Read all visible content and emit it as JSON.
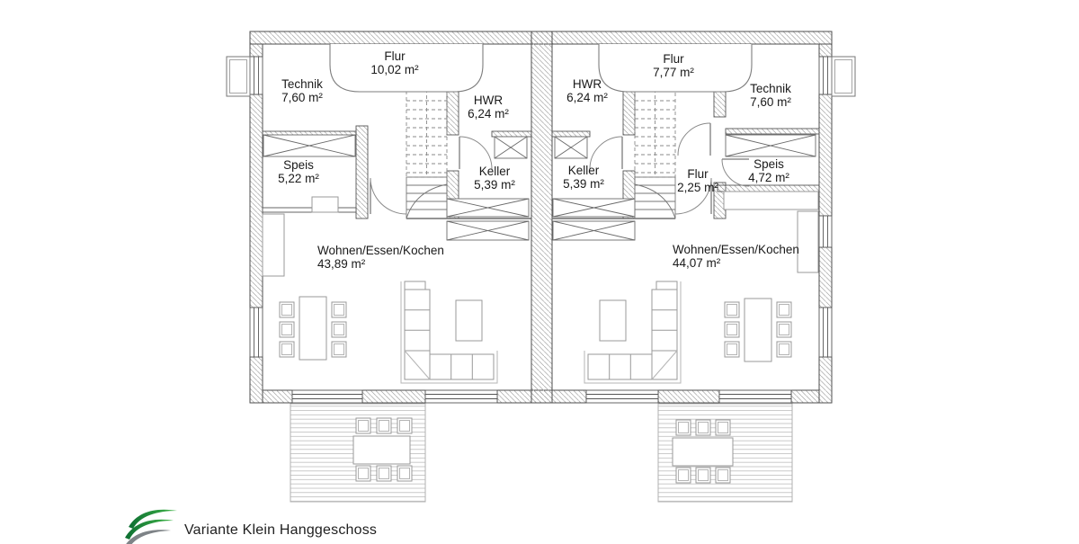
{
  "title": {
    "caption": "Variante Klein Hanggeschoss"
  },
  "rooms": {
    "left_technik": {
      "name": "Technik",
      "area": "7,60 m²"
    },
    "left_flur": {
      "name": "Flur",
      "area": "10,02 m²"
    },
    "left_hwr": {
      "name": "HWR",
      "area": "6,24 m²"
    },
    "left_speis": {
      "name": "Speis",
      "area": "5,22 m²"
    },
    "left_keller": {
      "name": "Keller",
      "area": "5,39 m²"
    },
    "left_wohnen": {
      "name": "Wohnen/Essen/Kochen",
      "area": "43,89 m²"
    },
    "right_hwr": {
      "name": "HWR",
      "area": "6,24 m²"
    },
    "right_flur": {
      "name": "Flur",
      "area": "7,77 m²"
    },
    "right_technik": {
      "name": "Technik",
      "area": "7,60 m²"
    },
    "right_keller": {
      "name": "Keller",
      "area": "5,39 m²"
    },
    "right_flur2": {
      "name": "Flur",
      "area": "2,25 m²"
    },
    "right_speis": {
      "name": "Speis",
      "area": "4,72 m²"
    },
    "right_wohnen": {
      "name": "Wohnen/Essen/Kochen",
      "area": "44,07 m²"
    }
  },
  "colors": {
    "wall_line": "#4d4d4d",
    "hatch_line": "#a8a8a8",
    "thin_line": "#6a6a6a",
    "furniture_line": "#9a9a9a",
    "text": "#1a1a1a",
    "logo_green_dark": "#0d6e31",
    "logo_green": "#41b649",
    "logo_gray": "#7e8387"
  }
}
